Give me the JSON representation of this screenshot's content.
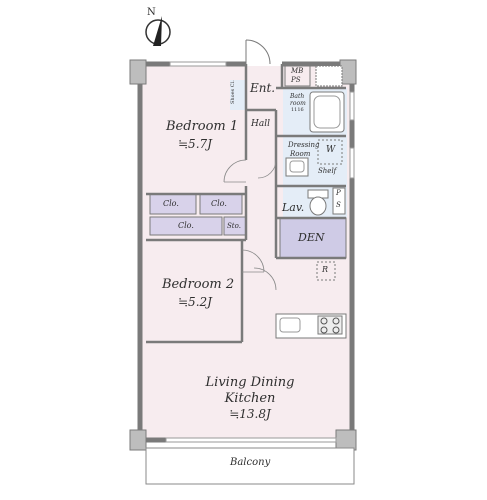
{
  "compass": {
    "label": "N"
  },
  "rooms": {
    "bedroom1": {
      "name": "Bedroom 1",
      "size": "≒5.7J"
    },
    "bedroom2": {
      "name": "Bedroom 2",
      "size": "≒5.2J"
    },
    "ldk": {
      "name_line1": "Living Dining",
      "name_line2": "Kitchen",
      "size": "≒13.8J"
    },
    "entrance": "Ent.",
    "hall": "Hall",
    "shoe_cl": "Shoes Cl.",
    "mb_ps": {
      "line1": "MB",
      "line2": "PS"
    },
    "bath": {
      "line1": "Bath",
      "line2": "room",
      "line3": "1116"
    },
    "dressing": {
      "line1": "Dressing",
      "line2": "Room"
    },
    "washer": "W",
    "shelf": "Shelf",
    "lav": "Lav.",
    "ps": {
      "line1": "P",
      "line2": "S"
    },
    "den": "DEN",
    "refrigerator": "R",
    "balcony": "Balcony"
  },
  "storage": {
    "closet1": "Clo.",
    "closet2": "Clo.",
    "closet3": "Clo.",
    "storage": "Sto."
  },
  "colors": {
    "room_fill": "#f7ecef",
    "wall": "#7a7a7a",
    "wet_fill": "#e4edf7",
    "den_fill": "#cfcbe6",
    "closet_fill": "#d8d2ea",
    "balcony_fill": "#ffffff"
  }
}
